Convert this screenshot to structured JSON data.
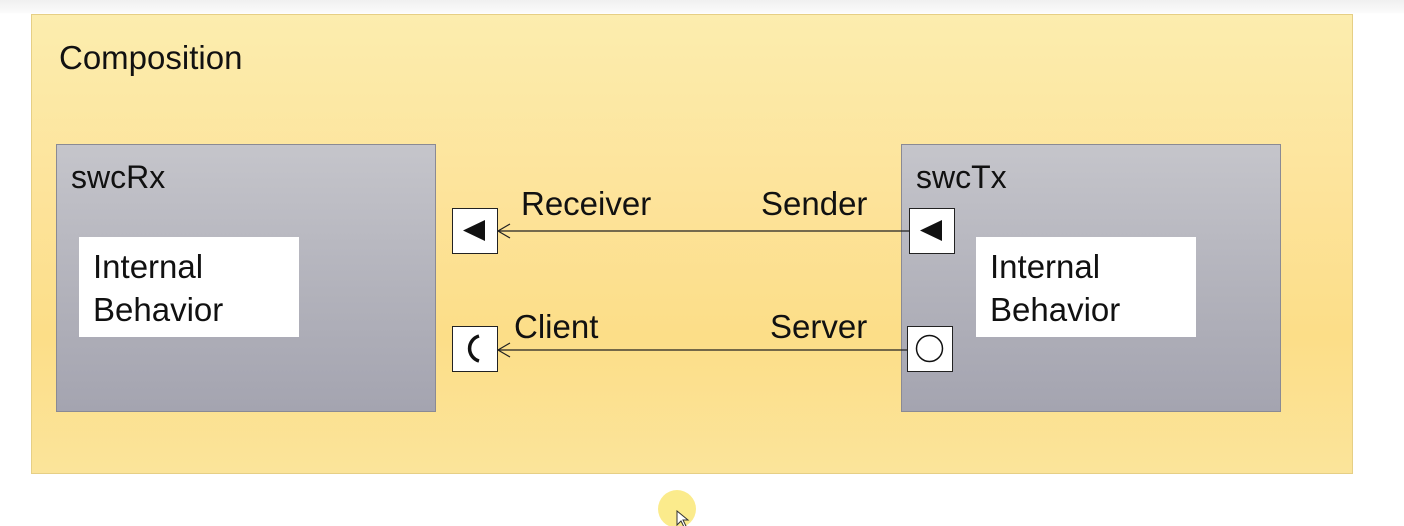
{
  "composition": {
    "title": "Composition"
  },
  "components": {
    "rx": {
      "name": "swcRx",
      "behavior_line1": "Internal",
      "behavior_line2": "Behavior"
    },
    "tx": {
      "name": "swcTx",
      "behavior_line1": "Internal",
      "behavior_line2": "Behavior"
    }
  },
  "ports": {
    "receiver": "Receiver",
    "sender": "Sender",
    "client": "Client",
    "server": "Server"
  },
  "icons": {
    "receiver_port": "left-triangle-icon",
    "sender_port": "left-triangle-icon",
    "client_port": "required-interface-icon",
    "server_port": "provided-interface-icon",
    "cursor": "mouse-cursor-icon"
  },
  "colors": {
    "composition_fill": "#fde39a",
    "component_fill": "#b2b2bb",
    "behavior_fill": "#ffffff",
    "cursor_highlight": "#fae878"
  }
}
